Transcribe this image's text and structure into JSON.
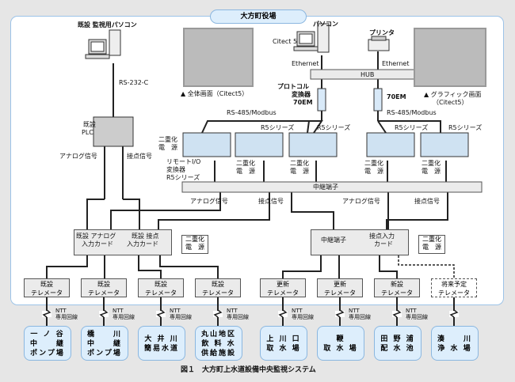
{
  "header": {
    "title": "大方町役場"
  },
  "caption": "図１　大方町上水道設備中央監視システム",
  "pc_existing": {
    "label": "既設 監視用パソコン",
    "link": "RS-232-C"
  },
  "plc_existing": {
    "label1": "既設",
    "label2": "PLC"
  },
  "pc_new": {
    "label": "パソコン",
    "software": "Citect 5",
    "link": "Ethernet"
  },
  "printer": {
    "label": "プリンタ",
    "link": "Ethernet"
  },
  "hub": {
    "label": "HUB"
  },
  "converter_left": {
    "line1": "プロトコル",
    "line2": "変換器",
    "line3": "70EM"
  },
  "converter_right": {
    "label": "70EM"
  },
  "bus_label": "RS-485/Modbus",
  "screenshots": [
    {
      "caption": "▲ 全体画面（Citect5）"
    },
    {
      "caption1": "▲ グラフィック画面",
      "caption2": "（Citect5）"
    }
  ],
  "remote_io": {
    "line1": "リモートI/O",
    "line2": "変換器",
    "line3": "R5シリーズ",
    "series_label": "R5シリーズ",
    "dual_power_1": "二重化",
    "dual_power_2": "電　源"
  },
  "relay_terminal": {
    "label": "中継端子"
  },
  "signals": {
    "analog": "アナログ信号",
    "contact": "接点信号"
  },
  "left_cards": {
    "analog_1": "既設 アナログ",
    "analog_2": "入力カード",
    "contact_1": "既設 接点",
    "contact_2": "入力カード"
  },
  "right_cards": {
    "relay": "中継端子",
    "contact_1": "接点入力",
    "contact_2": "カード"
  },
  "telemeters": [
    {
      "l1": "既設",
      "l2": "テレメータ"
    },
    {
      "l1": "既設",
      "l2": "テレメータ"
    },
    {
      "l1": "既設",
      "l2": "テレメータ"
    },
    {
      "l1": "既設",
      "l2": "テレメータ"
    },
    {
      "l1": "更新",
      "l2": "テレメータ"
    },
    {
      "l1": "更新",
      "l2": "テレメータ"
    },
    {
      "l1": "新設",
      "l2": "テレメータ"
    },
    {
      "l1": "将来予定",
      "l2": "テレメータ"
    }
  ],
  "ntt": {
    "l1": "NTT",
    "l2": "専用回線"
  },
  "sites": [
    {
      "l1": "一 ノ 谷",
      "l2": "中　　継",
      "l3": "ポンプ場"
    },
    {
      "l1": "橋　　川",
      "l2": "中　　継",
      "l3": "ポンプ場"
    },
    {
      "l1": "大 井 川",
      "l2": "簡易水道",
      "l3": ""
    },
    {
      "l1": "丸山地区",
      "l2": "飲 料 水",
      "l3": "供給施設"
    },
    {
      "l1": "上 川 口",
      "l2": "取 水 場",
      "l3": ""
    },
    {
      "l1": "鞭",
      "l2": "取 水 場",
      "l3": ""
    },
    {
      "l1": "田 野 浦",
      "l2": "配 水 池",
      "l3": ""
    },
    {
      "l1": "湊　　川",
      "l2": "浄 水 場",
      "l3": ""
    }
  ]
}
